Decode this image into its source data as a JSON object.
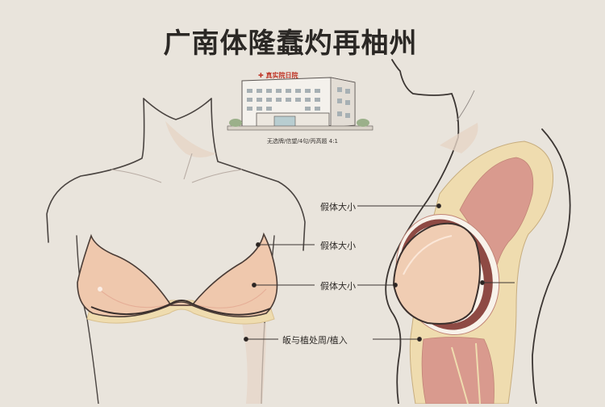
{
  "title": "广南体隆蠢灼再柚州",
  "hospital": {
    "sign": "✚ 真实院日院",
    "caption": "无选牌/信望/4句/丙高题 4:1"
  },
  "labels": [
    {
      "id": "side-upper",
      "text": "假体大小"
    },
    {
      "id": "front-upper",
      "text": "假体大小"
    },
    {
      "id": "middle",
      "text": "假体大小"
    },
    {
      "id": "bottom",
      "text": "皈与植处周/植入"
    }
  ],
  "colors": {
    "background": "#e9e4dc",
    "outline": "#3b3532",
    "skin": "#efc8ad",
    "skin_light": "#f3d7c2",
    "fat": "#efdcaf",
    "muscle": "#d99a8e",
    "muscle_dark": "#8e4a44",
    "implant": "#f0cdb3",
    "text": "#2b2825"
  }
}
